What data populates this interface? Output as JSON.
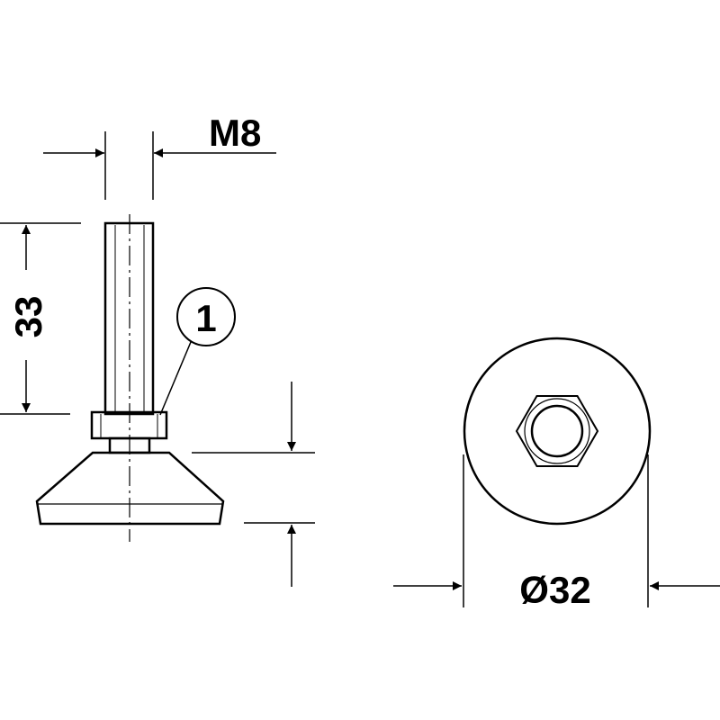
{
  "dimensions": {
    "thread": "M8",
    "height": "33",
    "diameter": "Ø32"
  },
  "callouts": {
    "item_1": "1"
  }
}
